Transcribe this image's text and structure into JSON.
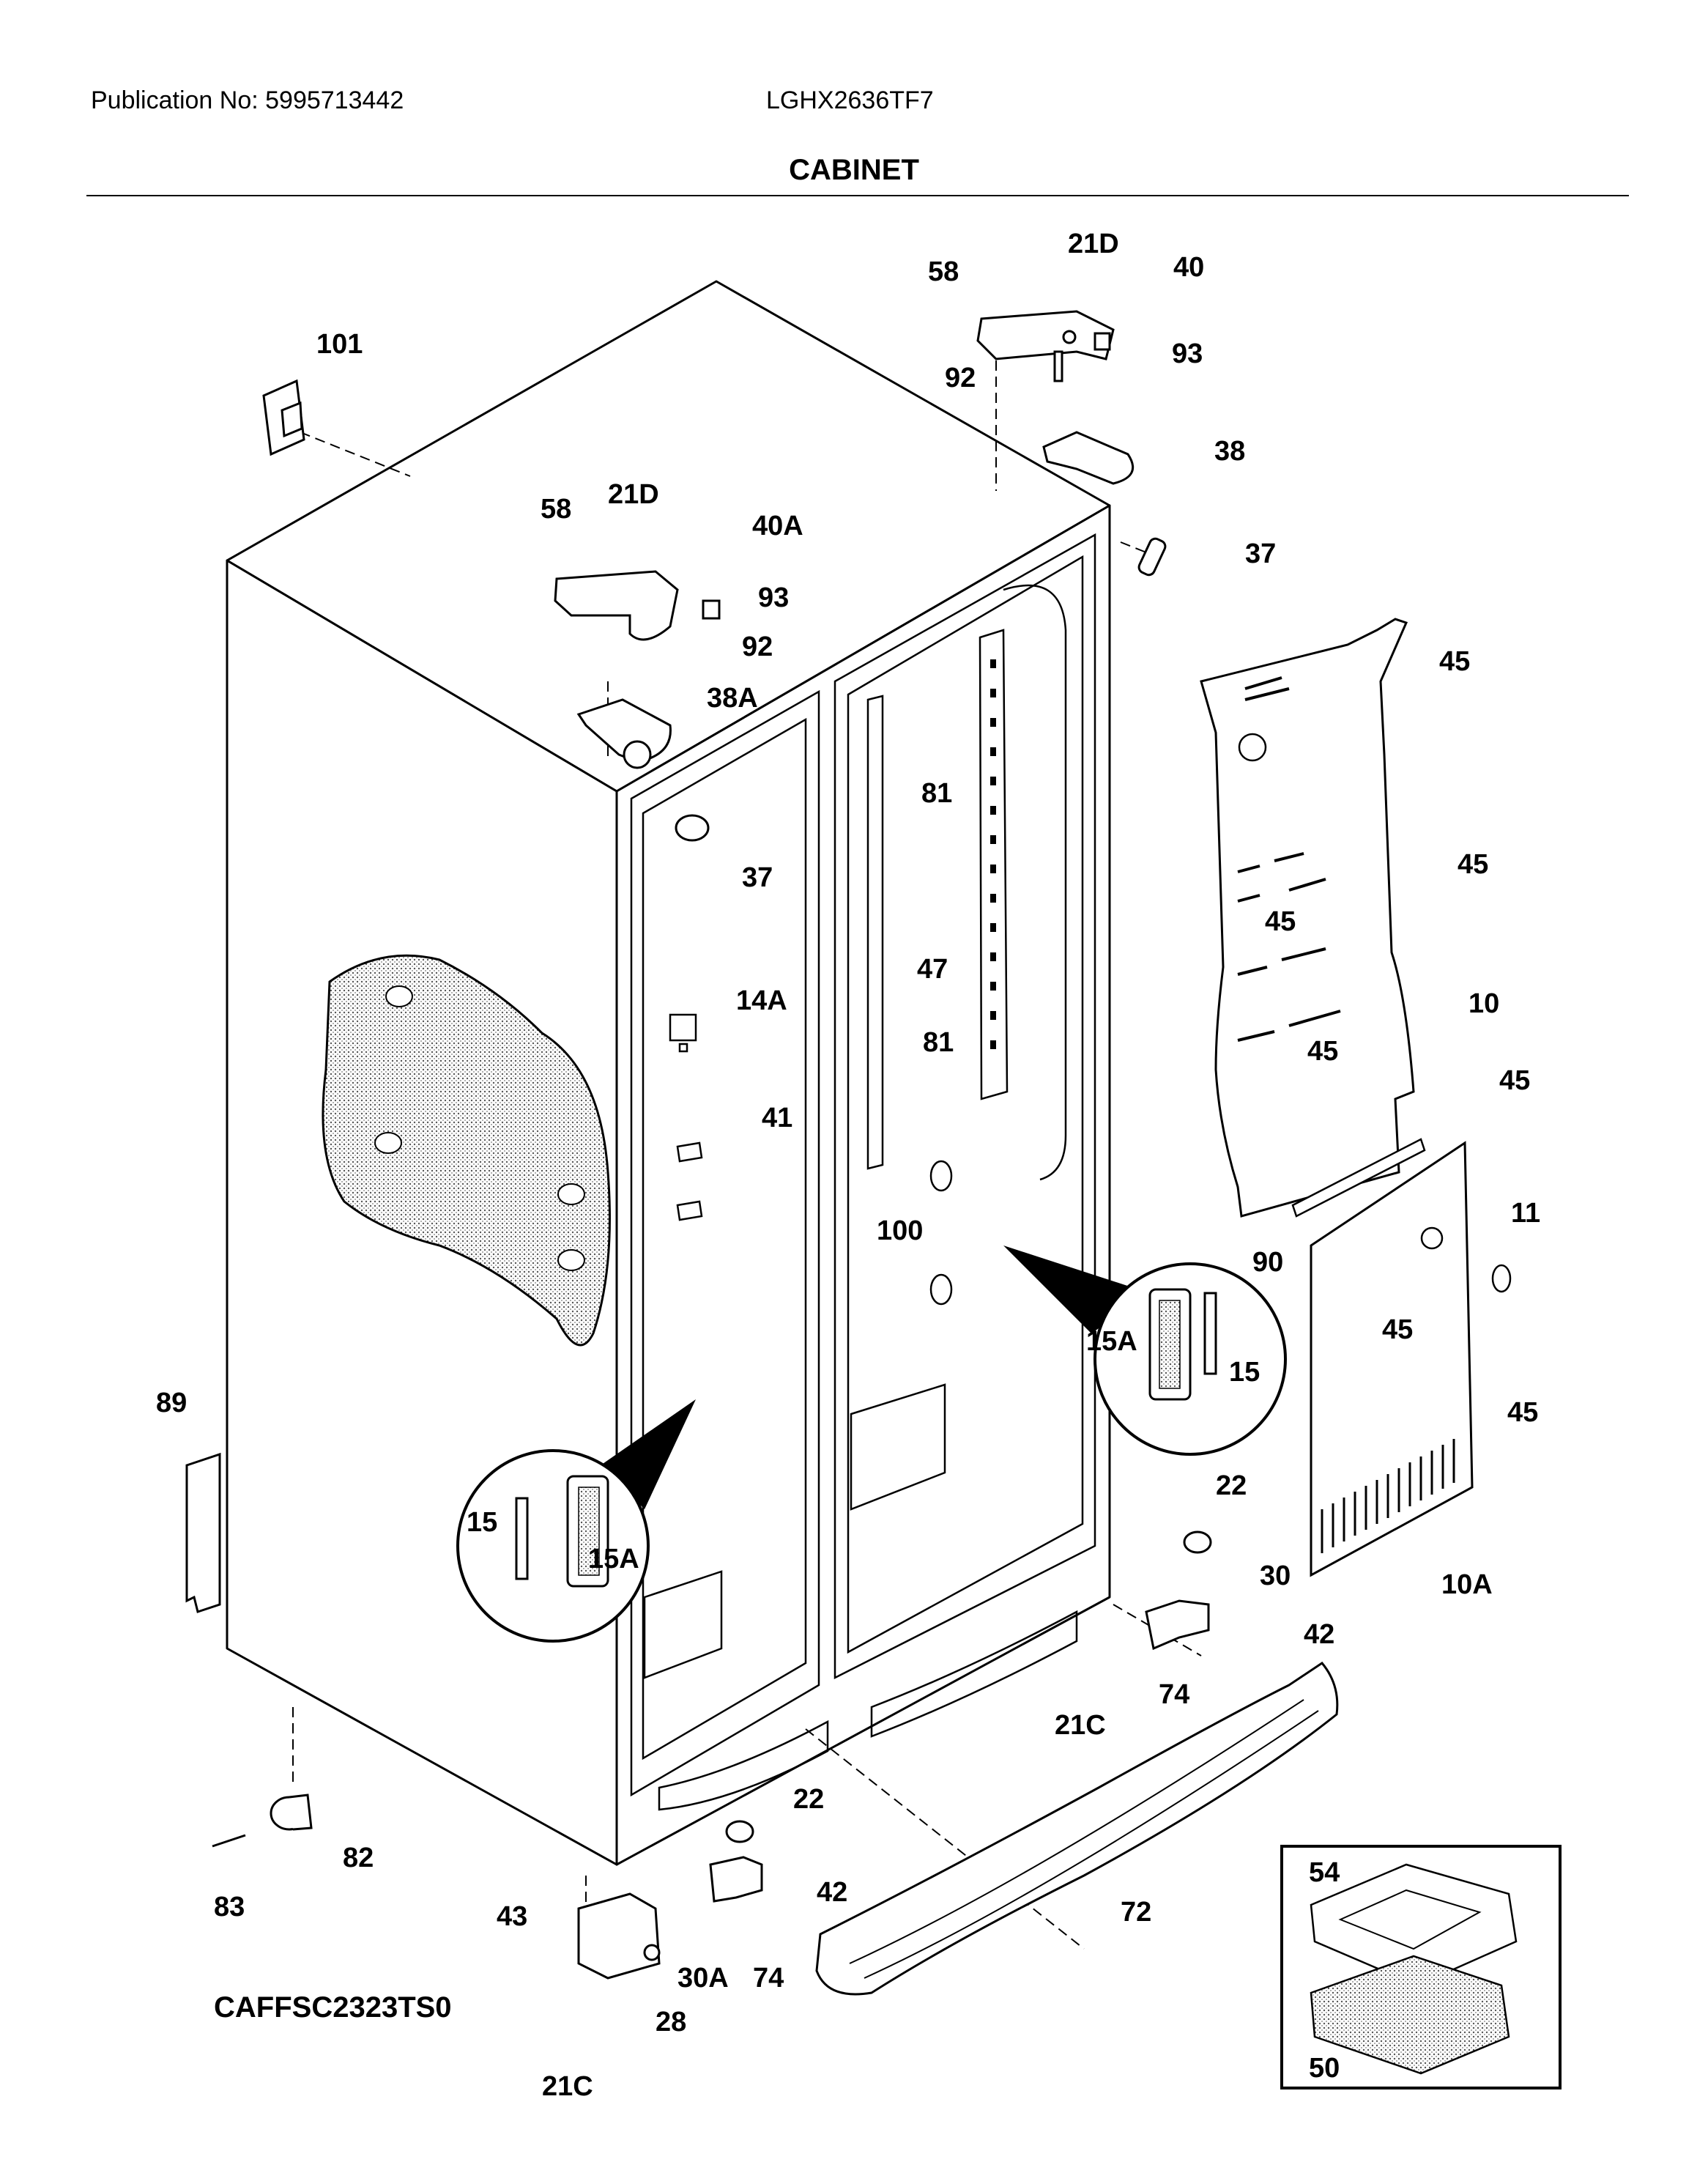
{
  "header": {
    "publication": "Publication No: 5995713442",
    "model": "LGHX2636TF7",
    "title": "CABINET"
  },
  "footer": {
    "diagram_code": "CAFFSC2323TS0"
  },
  "parts": [
    {
      "id": "p101",
      "label": "101"
    },
    {
      "id": "p58a",
      "label": "58"
    },
    {
      "id": "p21Da",
      "label": "21D"
    },
    {
      "id": "p40",
      "label": "40"
    },
    {
      "id": "p93a",
      "label": "93"
    },
    {
      "id": "p92a",
      "label": "92"
    },
    {
      "id": "p38",
      "label": "38"
    },
    {
      "id": "p37a",
      "label": "37"
    },
    {
      "id": "p58b",
      "label": "58"
    },
    {
      "id": "p21Db",
      "label": "21D"
    },
    {
      "id": "p40A",
      "label": "40A"
    },
    {
      "id": "p93b",
      "label": "93"
    },
    {
      "id": "p92b",
      "label": "92"
    },
    {
      "id": "p38A",
      "label": "38A"
    },
    {
      "id": "p45a",
      "label": "45"
    },
    {
      "id": "p81a",
      "label": "81"
    },
    {
      "id": "p37b",
      "label": "37"
    },
    {
      "id": "p45b",
      "label": "45"
    },
    {
      "id": "p45c",
      "label": "45"
    },
    {
      "id": "p47",
      "label": "47"
    },
    {
      "id": "p14A",
      "label": "14A"
    },
    {
      "id": "p10",
      "label": "10"
    },
    {
      "id": "p45d",
      "label": "45"
    },
    {
      "id": "p81b",
      "label": "81"
    },
    {
      "id": "p41",
      "label": "41"
    },
    {
      "id": "p45e",
      "label": "45"
    },
    {
      "id": "p11",
      "label": "11"
    },
    {
      "id": "p100",
      "label": "100"
    },
    {
      "id": "p90",
      "label": "90"
    },
    {
      "id": "p45f",
      "label": "45"
    },
    {
      "id": "p15Aa",
      "label": "15A"
    },
    {
      "id": "p15a",
      "label": "15"
    },
    {
      "id": "p45g",
      "label": "45"
    },
    {
      "id": "p89",
      "label": "89"
    },
    {
      "id": "p15b",
      "label": "15"
    },
    {
      "id": "p15Ab",
      "label": "15A"
    },
    {
      "id": "p22a",
      "label": "22"
    },
    {
      "id": "p30",
      "label": "30"
    },
    {
      "id": "p10A",
      "label": "10A"
    },
    {
      "id": "p42a",
      "label": "42"
    },
    {
      "id": "p74a",
      "label": "74"
    },
    {
      "id": "p21Ca",
      "label": "21C"
    },
    {
      "id": "p22b",
      "label": "22"
    },
    {
      "id": "p82",
      "label": "82"
    },
    {
      "id": "p42b",
      "label": "42"
    },
    {
      "id": "p54",
      "label": "54"
    },
    {
      "id": "p83",
      "label": "83"
    },
    {
      "id": "p43",
      "label": "43"
    },
    {
      "id": "p72",
      "label": "72"
    },
    {
      "id": "p30A",
      "label": "30A"
    },
    {
      "id": "p74b",
      "label": "74"
    },
    {
      "id": "p28",
      "label": "28"
    },
    {
      "id": "p21Cb",
      "label": "21C"
    },
    {
      "id": "p50",
      "label": "50"
    }
  ]
}
